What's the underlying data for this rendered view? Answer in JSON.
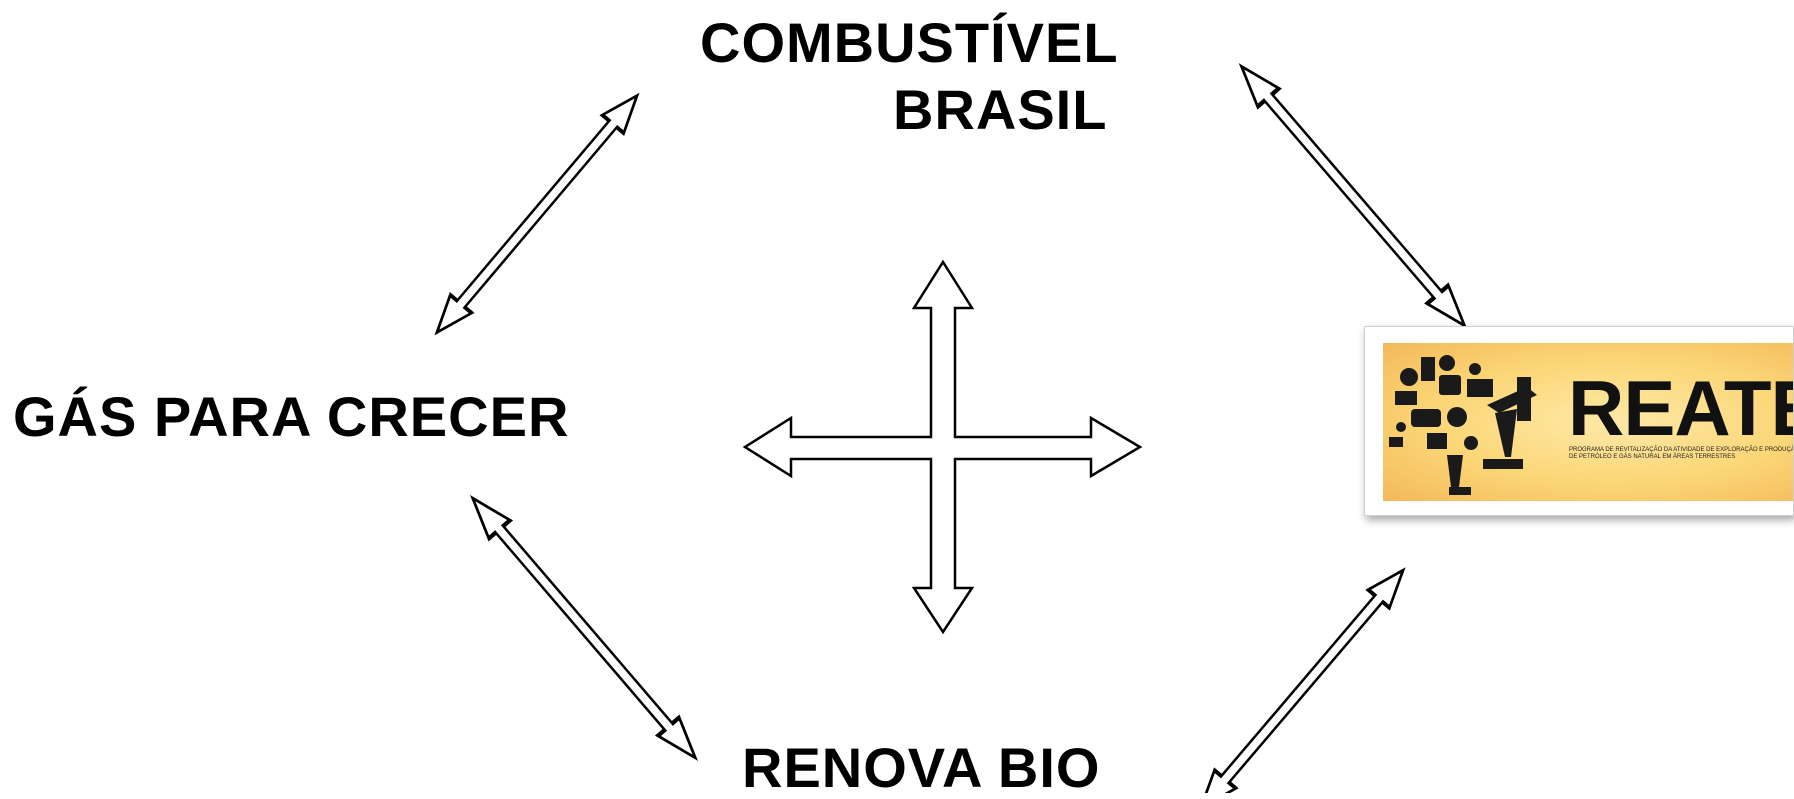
{
  "labels": {
    "top_line1": "COMBUSTÍVEL",
    "top_line2": "BRASIL",
    "left": "GÁS PARA CRECER",
    "bottom": "RENOVA BIO"
  },
  "logo": {
    "word": "REATE",
    "subtitle": "PROGRAMA DE REVITALIZAÇÃO DA ATIVIDADE DE EXPLORAÇÃO E PRODUÇÃO DE PETRÓLEO E GÁS NATURAL EM ÁREAS TERRESTRES",
    "background_color": "#fbd676",
    "icon_name": "oil-industry-icons"
  },
  "colors": {
    "text": "#000000",
    "arrow_stroke": "#000000",
    "arrow_fill": "#ffffff"
  }
}
